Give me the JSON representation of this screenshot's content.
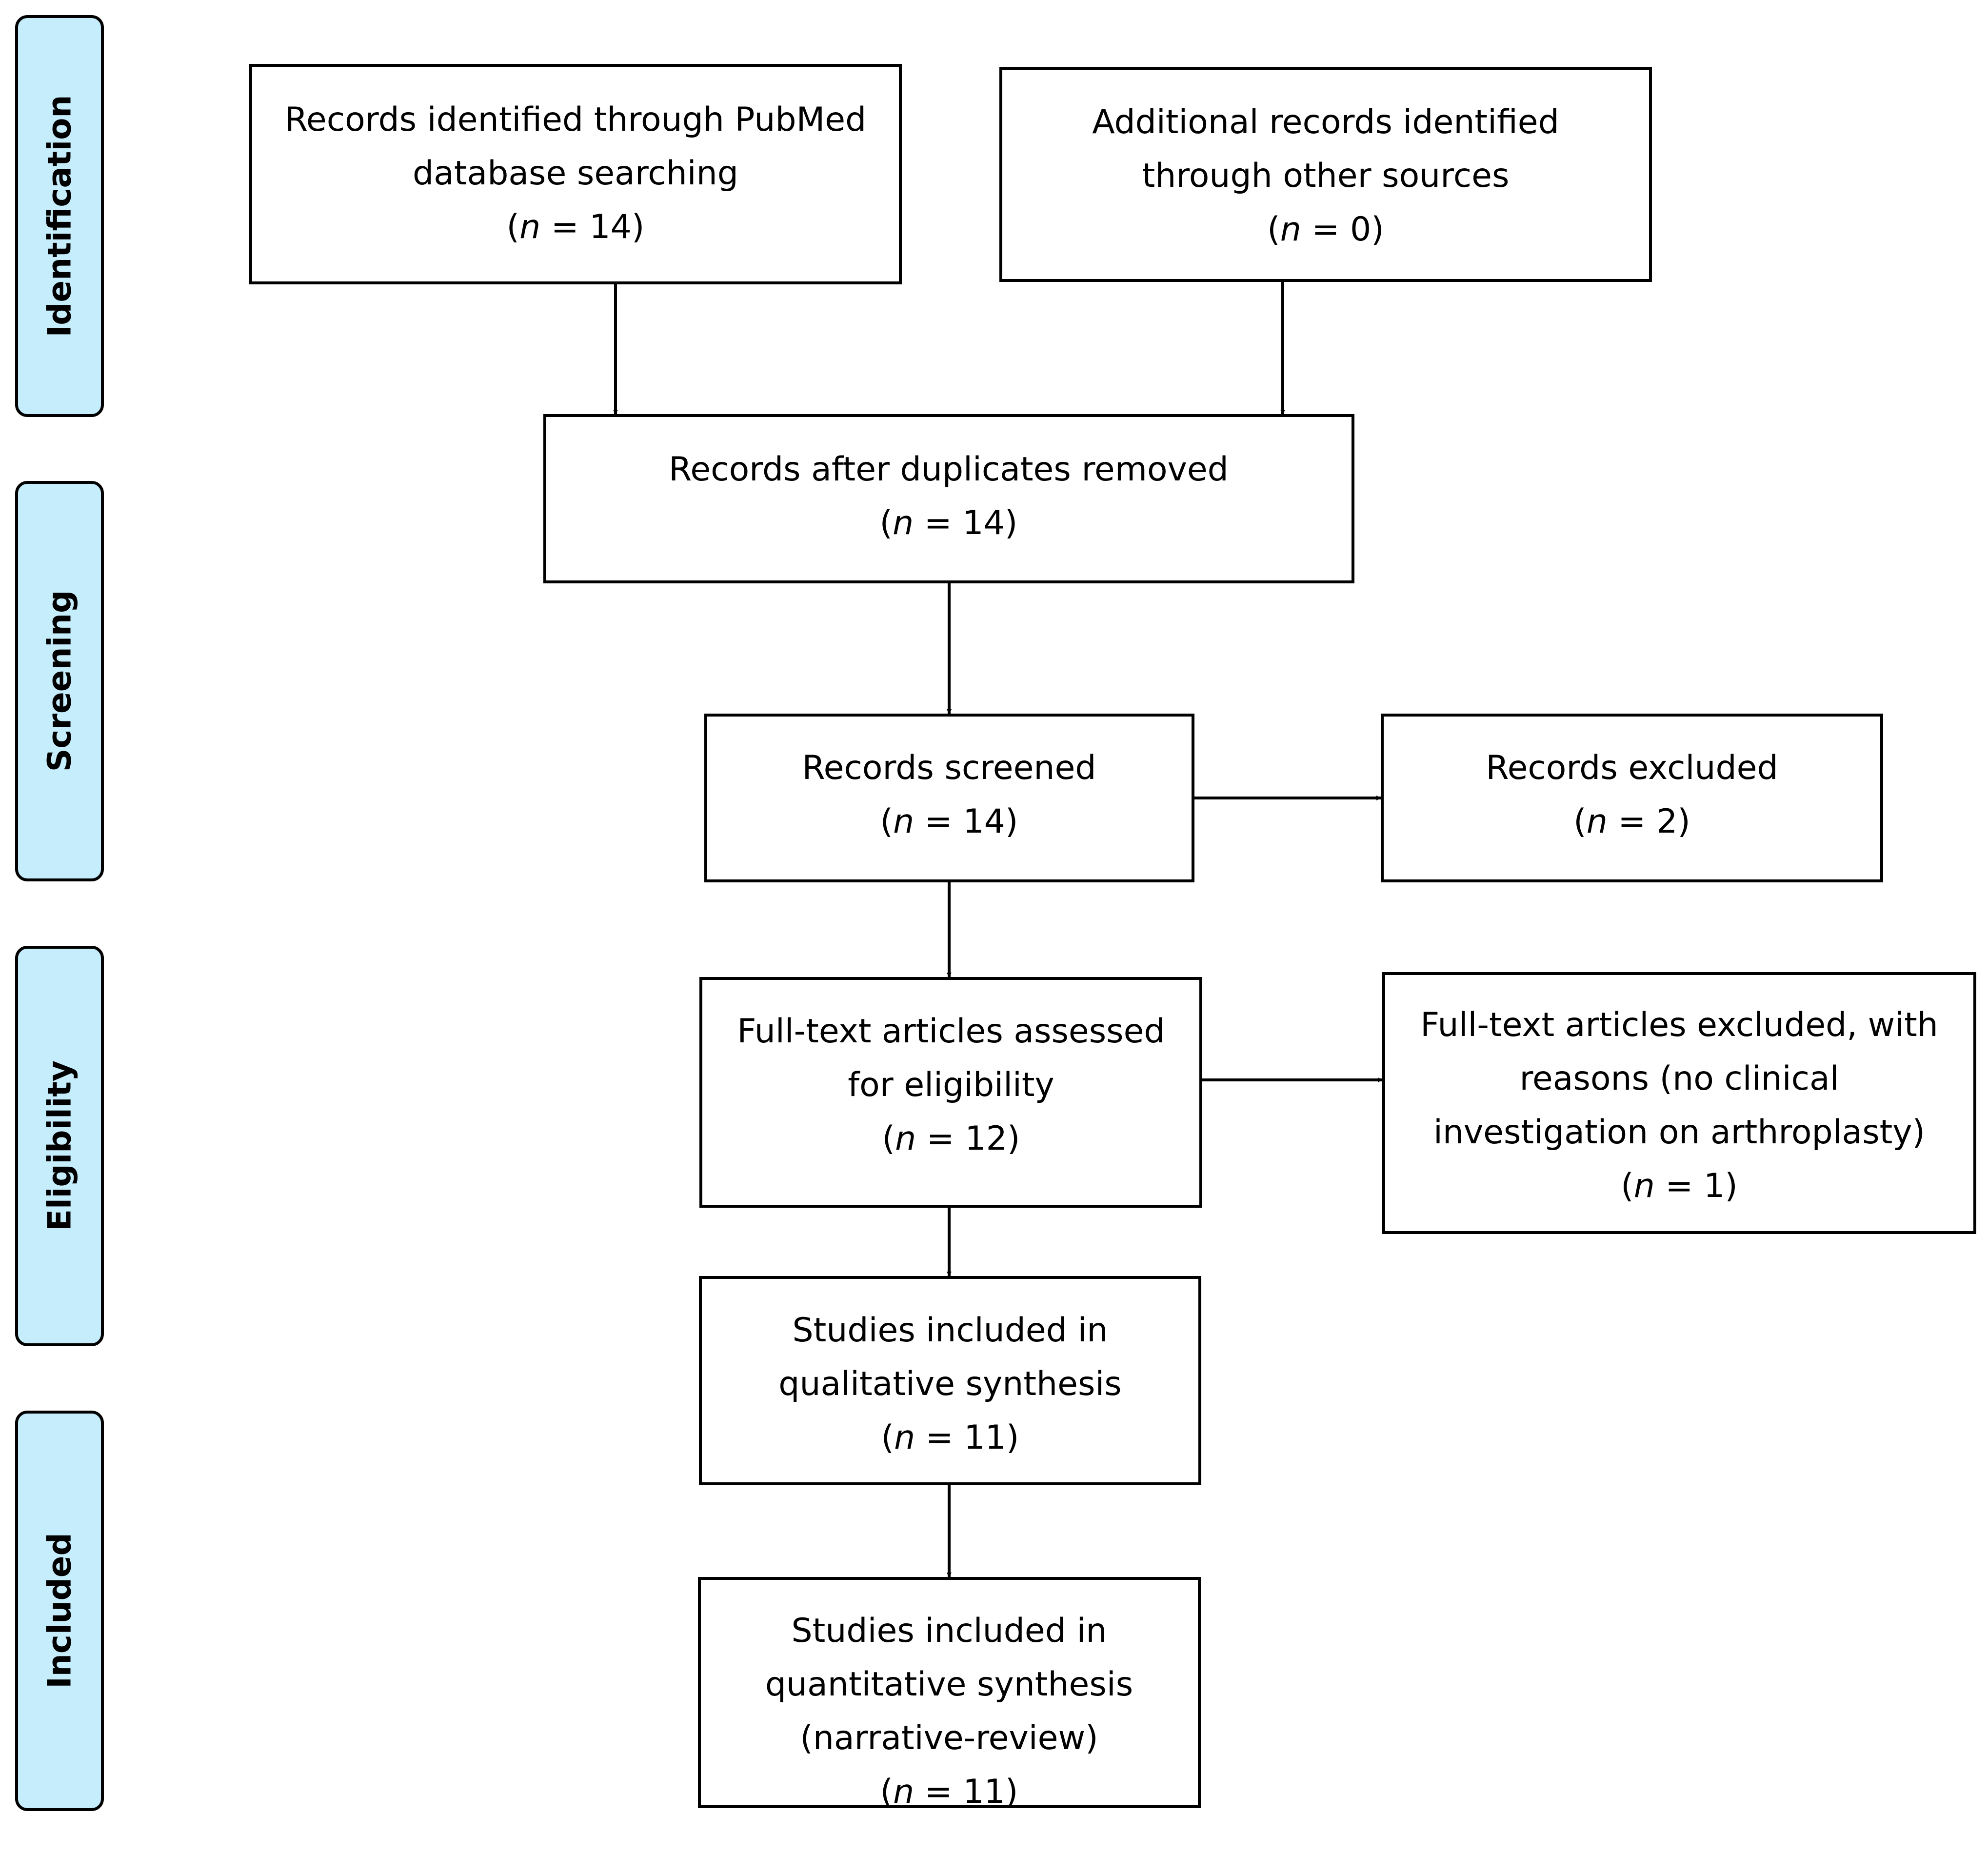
{
  "phases": [
    {
      "label": "Identification"
    },
    {
      "label": "Screening"
    },
    {
      "label": "Eligibility"
    },
    {
      "label": "Included"
    }
  ],
  "boxes": {
    "pubmed": {
      "lines": [
        "Records identified through PubMed",
        "database searching"
      ],
      "n_prefix": "(",
      "n_var": "n",
      "n_rest": " = 14)"
    },
    "other_sources": {
      "lines": [
        "Additional records identified",
        "through other sources"
      ],
      "n_prefix": "(",
      "n_var": "n",
      "n_rest": " = 0)"
    },
    "duplicates_removed": {
      "lines": [
        "Records after duplicates removed"
      ],
      "n_prefix": "(",
      "n_var": "n",
      "n_rest": " = 14)"
    },
    "screened": {
      "lines": [
        "Records screened"
      ],
      "n_prefix": "(",
      "n_var": "n",
      "n_rest": " = 14)"
    },
    "excluded": {
      "lines": [
        "Records excluded"
      ],
      "n_prefix": "(",
      "n_var": "n",
      "n_rest": " = 2)"
    },
    "fulltext_assessed": {
      "lines": [
        "Full-text articles assessed",
        "for eligibility"
      ],
      "n_prefix": "(",
      "n_var": "n",
      "n_rest": " = 12)"
    },
    "fulltext_excluded": {
      "lines": [
        "Full-text articles excluded, with",
        "reasons (no clinical",
        "investigation on arthroplasty)"
      ],
      "n_prefix": "(",
      "n_var": "n",
      "n_rest": " = 1)"
    },
    "qualitative": {
      "lines": [
        "Studies included in",
        "qualitative synthesis"
      ],
      "n_prefix": "(",
      "n_var": "n",
      "n_rest": " = 11)"
    },
    "quantitative": {
      "lines": [
        "Studies included in",
        "quantitative synthesis",
        "(narrative-review)"
      ],
      "n_prefix": "(",
      "n_var": "n",
      "n_rest": " = 11)"
    }
  },
  "colors": {
    "phase_fill": "#c5edfb",
    "stroke": "#000000",
    "box_fill": "#ffffff"
  }
}
